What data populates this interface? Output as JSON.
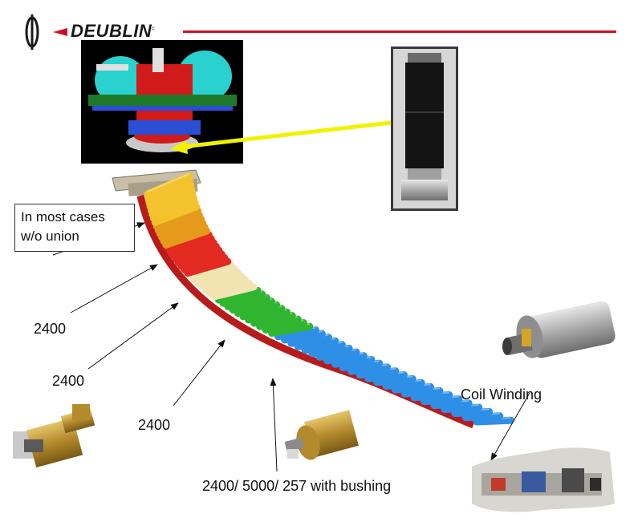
{
  "brand": {
    "name": "DEUBLIN",
    "mark": "c",
    "red": "#cc1122"
  },
  "callout": {
    "line1": "In most cases",
    "line2": "w/o union"
  },
  "labels": {
    "a": "2400",
    "b": "2400",
    "c": "2400",
    "d": "2400/ 5000/ 257 with bushing",
    "coil": "Coil Winding"
  },
  "segments": [
    {
      "name": "yellow",
      "color": "#f2c32c"
    },
    {
      "name": "orange",
      "color": "#e69a1c"
    },
    {
      "name": "red",
      "color": "#e22a22"
    },
    {
      "name": "cream",
      "color": "#f2e3b2"
    },
    {
      "name": "green",
      "color": "#2fb52f"
    },
    {
      "name": "blue",
      "color": "#2e8fe6"
    }
  ],
  "icons": [
    "deublin-logo-icon",
    "machine-model-icon",
    "rotary-union-photo-icon",
    "brass-union-icon",
    "steel-union-icon",
    "factory-photo-icon"
  ]
}
